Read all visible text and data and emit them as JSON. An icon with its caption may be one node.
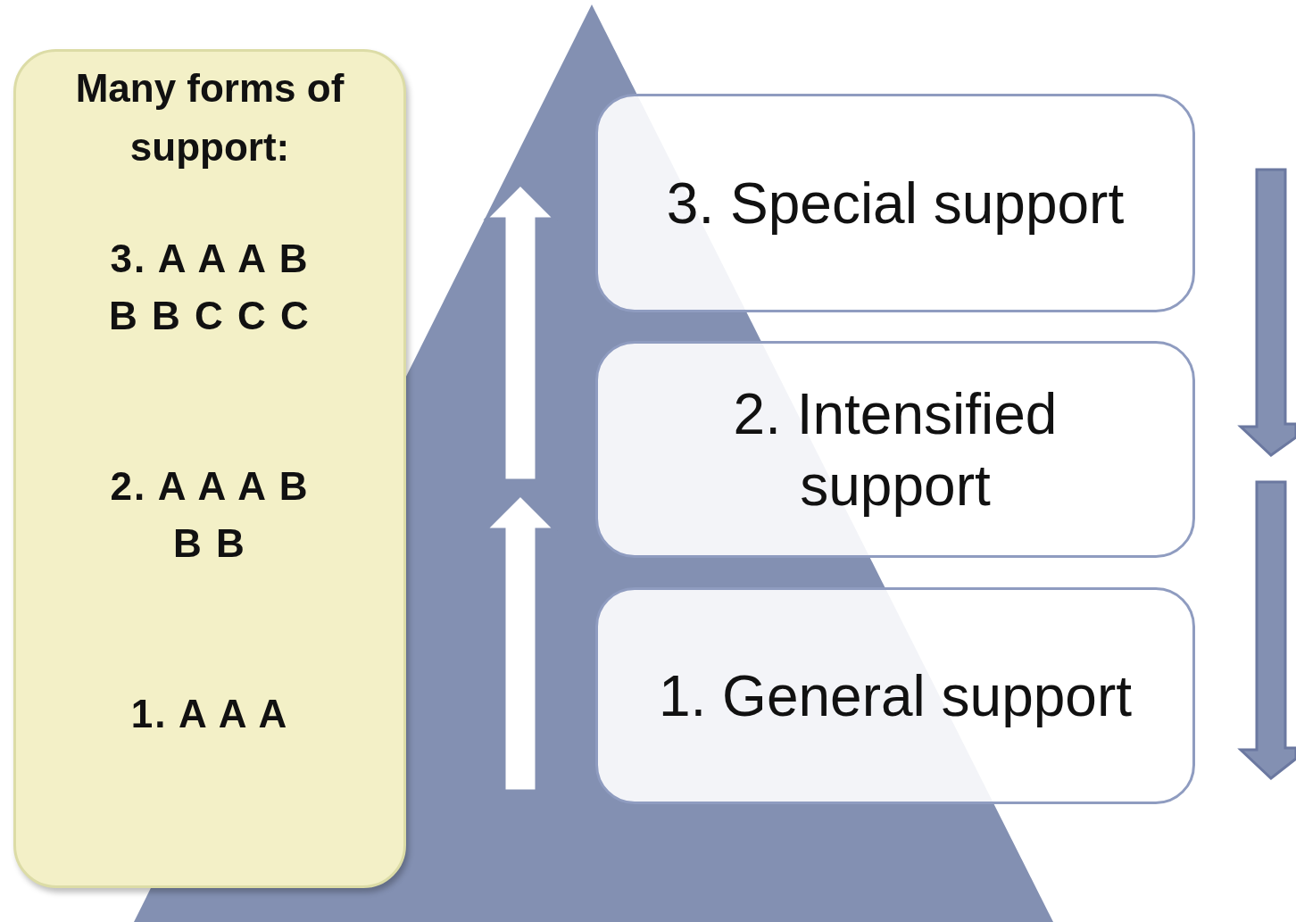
{
  "diagram": {
    "nodes": [
      {
        "text": [
          "Many forms of support:",
          "3. A A A B B B C C C",
          "2. A A A B B B",
          "1. A A A"
        ]
      },
      {
        "text": [
          "3. Special support"
        ]
      },
      {
        "text": [
          "2. Intensified support"
        ]
      },
      {
        "text": [
          "1. General support"
        ]
      }
    ]
  }
}
